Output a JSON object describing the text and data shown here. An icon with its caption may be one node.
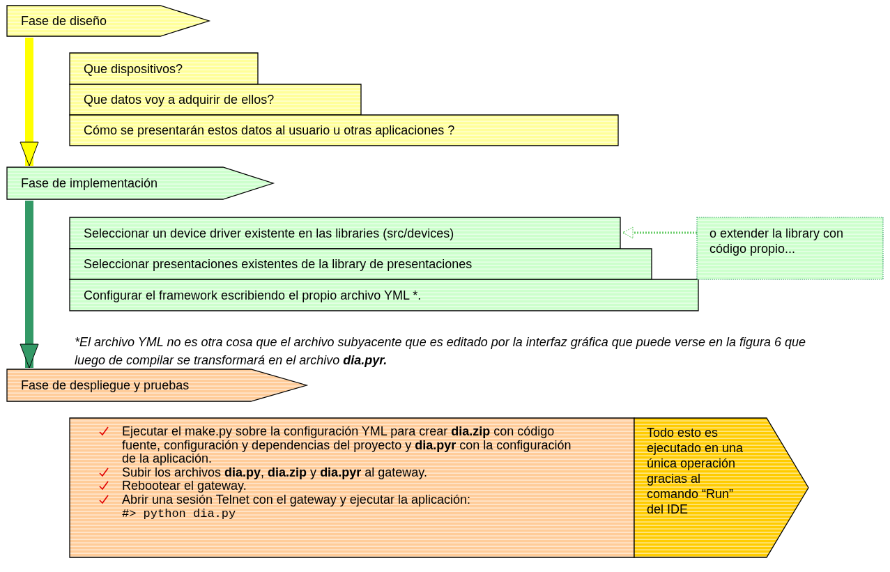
{
  "diagram": {
    "nodes": [
      {
        "text": [
          "Fase de diseño"
        ]
      },
      {
        "text": [
          "Que dispositivos?"
        ]
      },
      {
        "text": [
          "Que datos voy a adquirir de ellos?"
        ]
      },
      {
        "text": [
          "Cómo se presentarán estos datos al usuario u otras aplicaciones ?"
        ]
      },
      {
        "text": [
          "Fase de implementación"
        ]
      },
      {
        "text": [
          "Seleccionar un device driver existente en las libraries (src/devices)"
        ]
      },
      {
        "text": [
          "Seleccionar presentaciones existentes de la library de presentaciones"
        ]
      },
      {
        "text": [
          "Configurar el framework escribiendo el propio archivo YML *."
        ]
      },
      {
        "text": [
          "o extender la library con código propio..."
        ]
      },
      {
        "text": [
          "Fase de despliegue y pruebas"
        ]
      },
      {
        "text": [
          "Ejecutar el make.py sobre la configuración YML para crear **dia.zip** con código fuente, configuración y dependencias del proyecto y **dia.pyr** con la configuración de la aplicación.",
          "Subir los archivos **dia.py**, **dia.zip** y **dia.pyr** al gateway.",
          "Rebootear el gateway.",
          "Abrir una sesión Telnet con el gateway y ejecutar la aplicación:",
          "#> python dia.py"
        ]
      },
      {
        "text": [
          "Todo esto es ejecutado en una única operación gracias al comando “Run” del IDE"
        ]
      }
    ],
    "edges": [
      {
        "from": 0,
        "to": 4,
        "arrow": "to",
        "color": "#ffff00"
      },
      {
        "from": 4,
        "to": 9,
        "arrow": "to",
        "color": "#339966"
      },
      {
        "from": 8,
        "to": 5,
        "arrow": "to",
        "style": "dashed",
        "color": "#66cc66"
      }
    ],
    "labels": [
      "*El archivo YML no es otra cosa que el archivo subyacente que es editado por la interfaz gráfica que puede verse en la figura 6 que luego de compilar se transformará en el archivo **dia.pyr.**"
    ]
  }
}
